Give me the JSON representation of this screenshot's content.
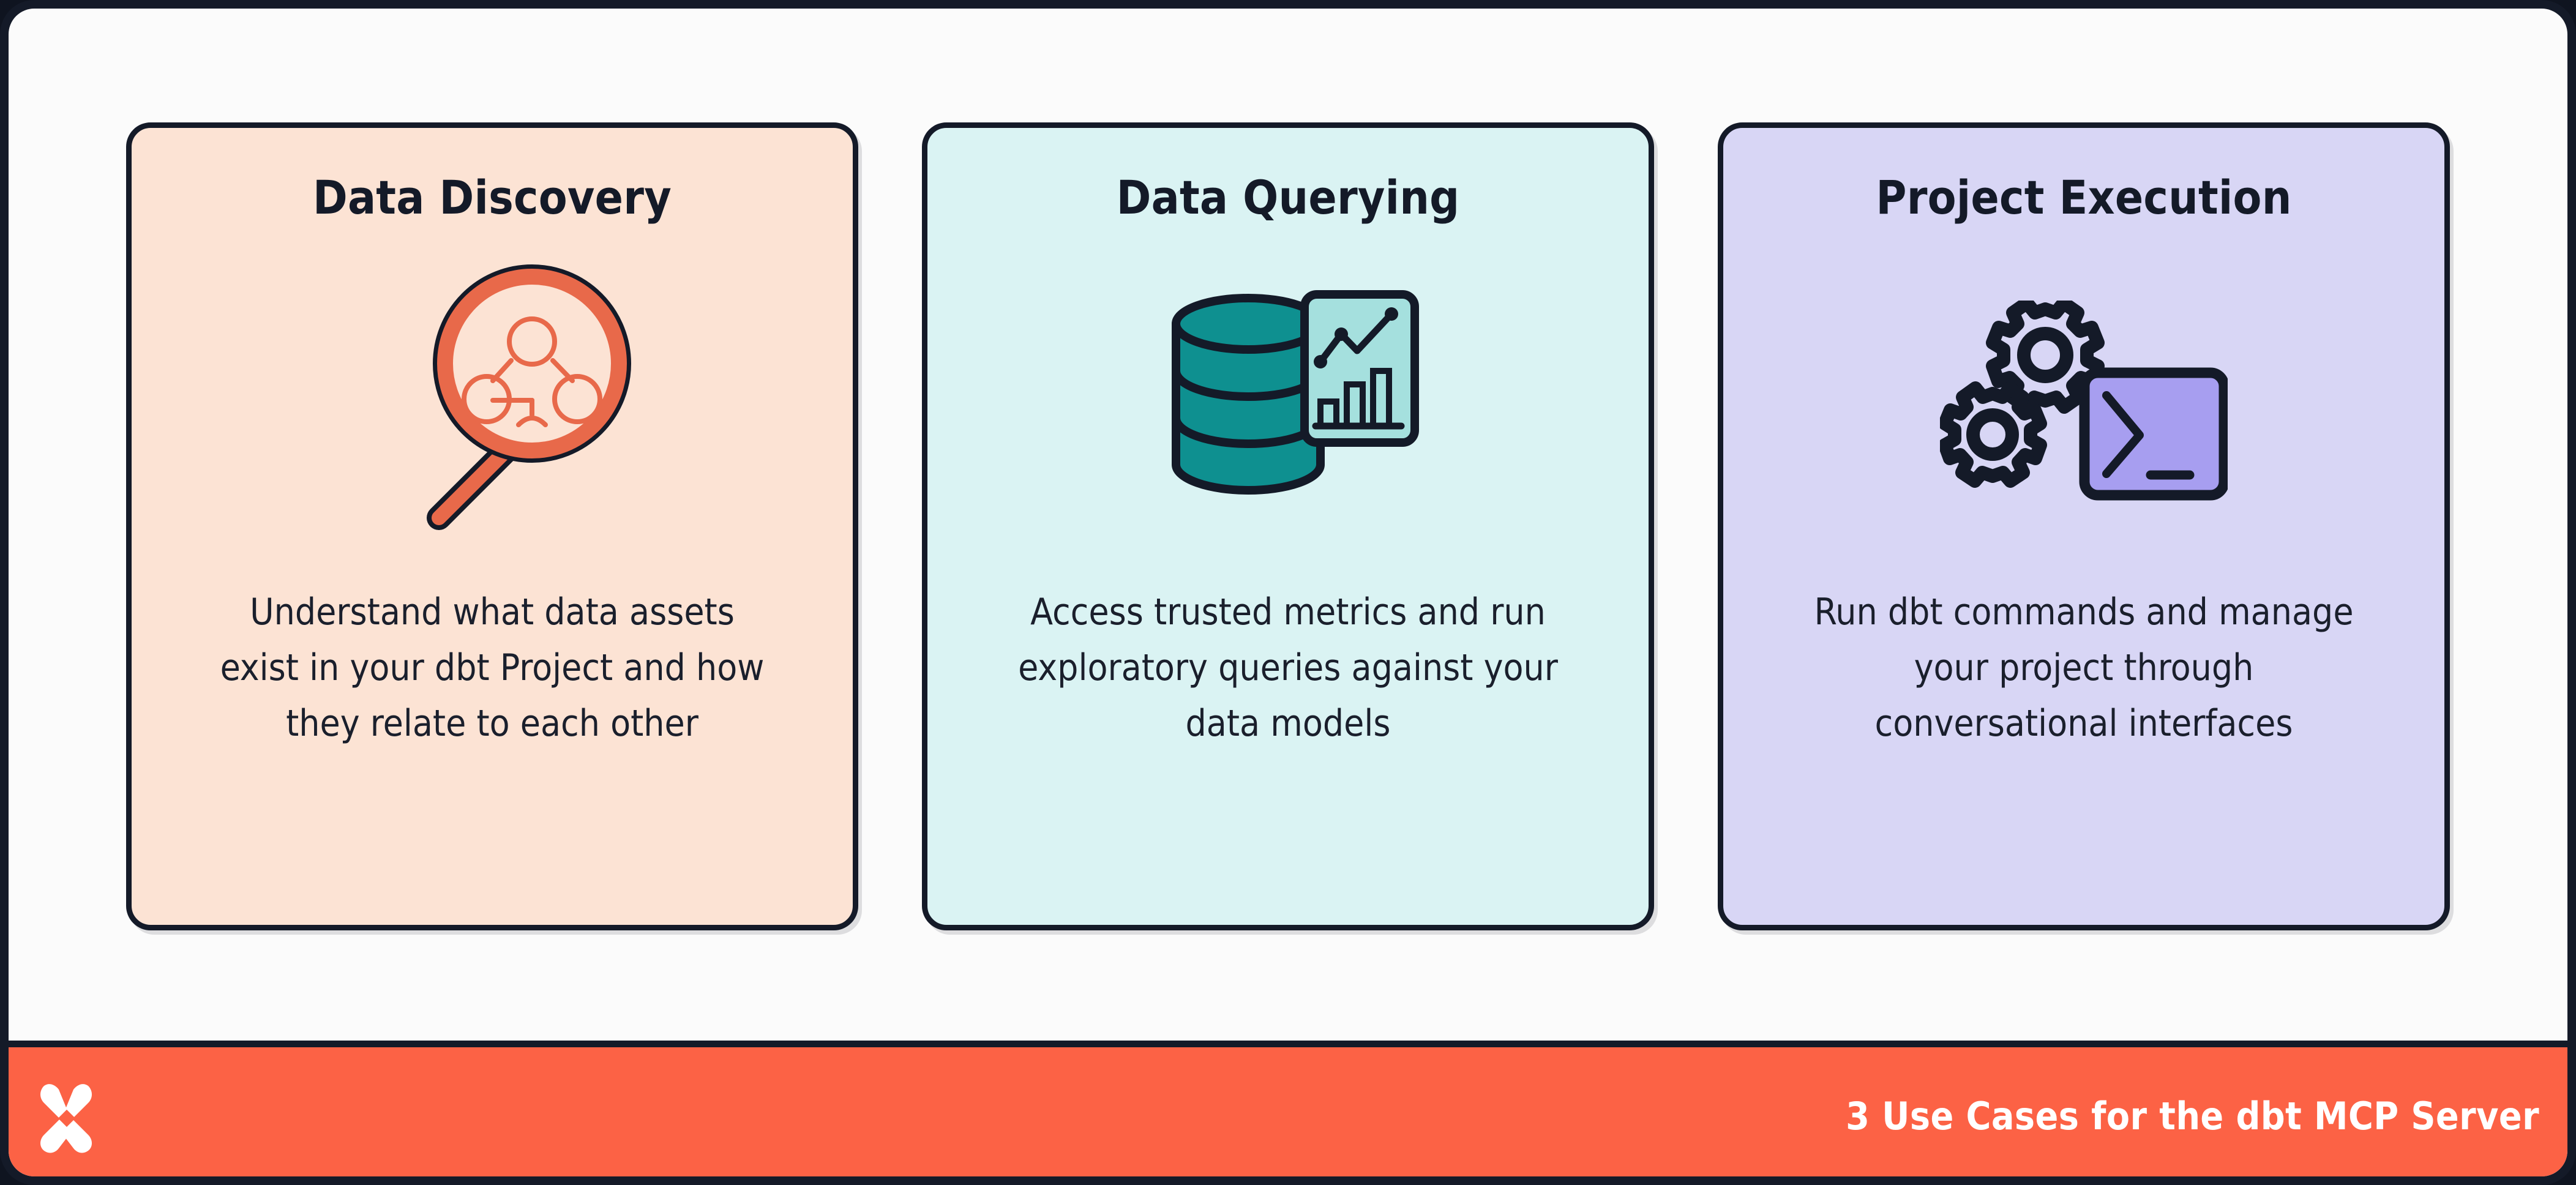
{
  "frame": {
    "background_color": "#fbfbfb",
    "border_color": "#141a28"
  },
  "cards": [
    {
      "id": "data-discovery",
      "title": "Data Discovery",
      "body": "Understand what data assets exist in your dbt Project and how they relate to each other",
      "background_color": "#fce3d4",
      "accent_color": "#e8694a",
      "icon_name": "magnifying-glass-network-icon"
    },
    {
      "id": "data-querying",
      "title": "Data Querying",
      "body": "Access trusted metrics and run exploratory queries against your data models",
      "background_color": "#daf3f3",
      "accent_color": "#0e9090",
      "icon_name": "database-chart-icon"
    },
    {
      "id": "project-execution",
      "title": "Project Execution",
      "body": "Run dbt commands and manage your project through conversational interfaces",
      "background_color": "#d8d6f5",
      "accent_color": "#a79ef0",
      "icon_name": "gears-terminal-icon"
    }
  ],
  "footer": {
    "title": "3 Use Cases for the dbt MCP Server",
    "background_color": "#fc6245",
    "text_color": "#ffffff",
    "logo_name": "dbt-logo"
  }
}
